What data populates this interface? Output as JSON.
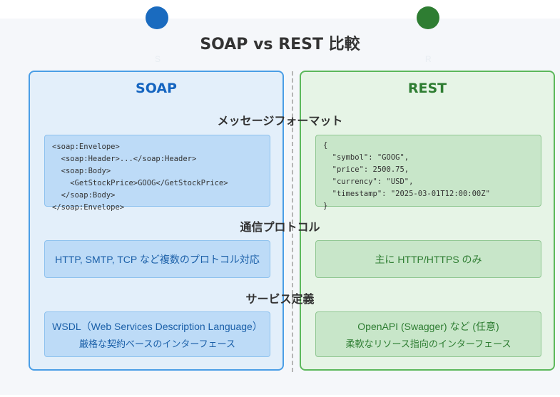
{
  "title": "SOAP vs REST 比較",
  "faint_labels": {
    "soap": "S",
    "rest": "R"
  },
  "sections": {
    "format": "メッセージフォーマット",
    "protocol": "通信プロトコル",
    "service": "サービス定義"
  },
  "soap": {
    "title": "SOAP",
    "code": "<soap:Envelope>\n  <soap:Header>...</soap:Header>\n  <soap:Body>\n    <GetStockPrice>GOOG</GetStockPrice>\n  </soap:Body>\n</soap:Envelope>",
    "protocol": "HTTP, SMTP, TCP など複数のプロトコル対応",
    "service_main": "WSDL（Web Services Description Language）",
    "service_sub": "厳格な契約ベースのインターフェース"
  },
  "rest": {
    "title": "REST",
    "code": "{\n  \"symbol\": \"GOOG\",\n  \"price\": 2500.75,\n  \"currency\": \"USD\",\n  \"timestamp\": \"2025-03-01T12:00:00Z\"\n}",
    "protocol": "主に HTTP/HTTPS のみ",
    "service_main": "OpenAPI (Swagger) など (任意)",
    "service_sub": "柔軟なリソース指向のインターフェース"
  },
  "colors": {
    "soap_accent": "#1565c0",
    "soap_border": "#4a9ee6",
    "rest_accent": "#2e7d32",
    "rest_border": "#5cb85c"
  }
}
